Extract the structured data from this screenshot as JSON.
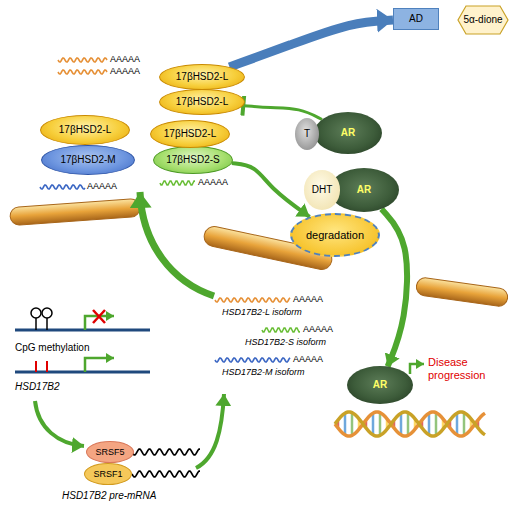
{
  "diagram": {
    "nodes": [
      {
        "text": [
          "AD"
        ]
      },
      {
        "text": [
          "5α-dione"
        ]
      },
      {
        "text": [
          "17βHSD2-L"
        ]
      },
      {
        "text": [
          "17βHSD2-L"
        ]
      },
      {
        "text": [
          "T"
        ]
      },
      {
        "text": [
          "AR"
        ]
      },
      {
        "text": [
          "17βHSD2-L"
        ]
      },
      {
        "text": [
          "17βHSD2-M"
        ]
      },
      {
        "text": [
          "17βHSD2-L"
        ]
      },
      {
        "text": [
          "17βHSD2-S"
        ]
      },
      {
        "text": [
          "DHT"
        ]
      },
      {
        "text": [
          "AR"
        ]
      },
      {
        "text": [
          "degradation"
        ]
      },
      {
        "text": [
          "SRSF5"
        ]
      },
      {
        "text": [
          "SRSF1"
        ]
      },
      {
        "text": [
          "AR"
        ]
      }
    ],
    "edges": [
      {
        "from": 2,
        "to": 0,
        "arrow": "to"
      },
      {
        "from": 5,
        "to": 3,
        "arrow": "to"
      },
      {
        "from": 9,
        "to": 12,
        "arrow": "to"
      },
      {
        "from": 11,
        "to": 15,
        "arrow": "to"
      }
    ],
    "labels": [
      "AAAAA",
      "AAAAA",
      "AAAAA",
      "AAAAA",
      "CpG methylation",
      "HSD17B2",
      "HSD17B2 pre-mRNA",
      "AAAAA",
      "HSD17B2-L isoform",
      "AAAAA",
      "HSD17B2-S isoform",
      "AAAAA",
      "HSD17B2-M isoform",
      "Disease progression"
    ]
  }
}
